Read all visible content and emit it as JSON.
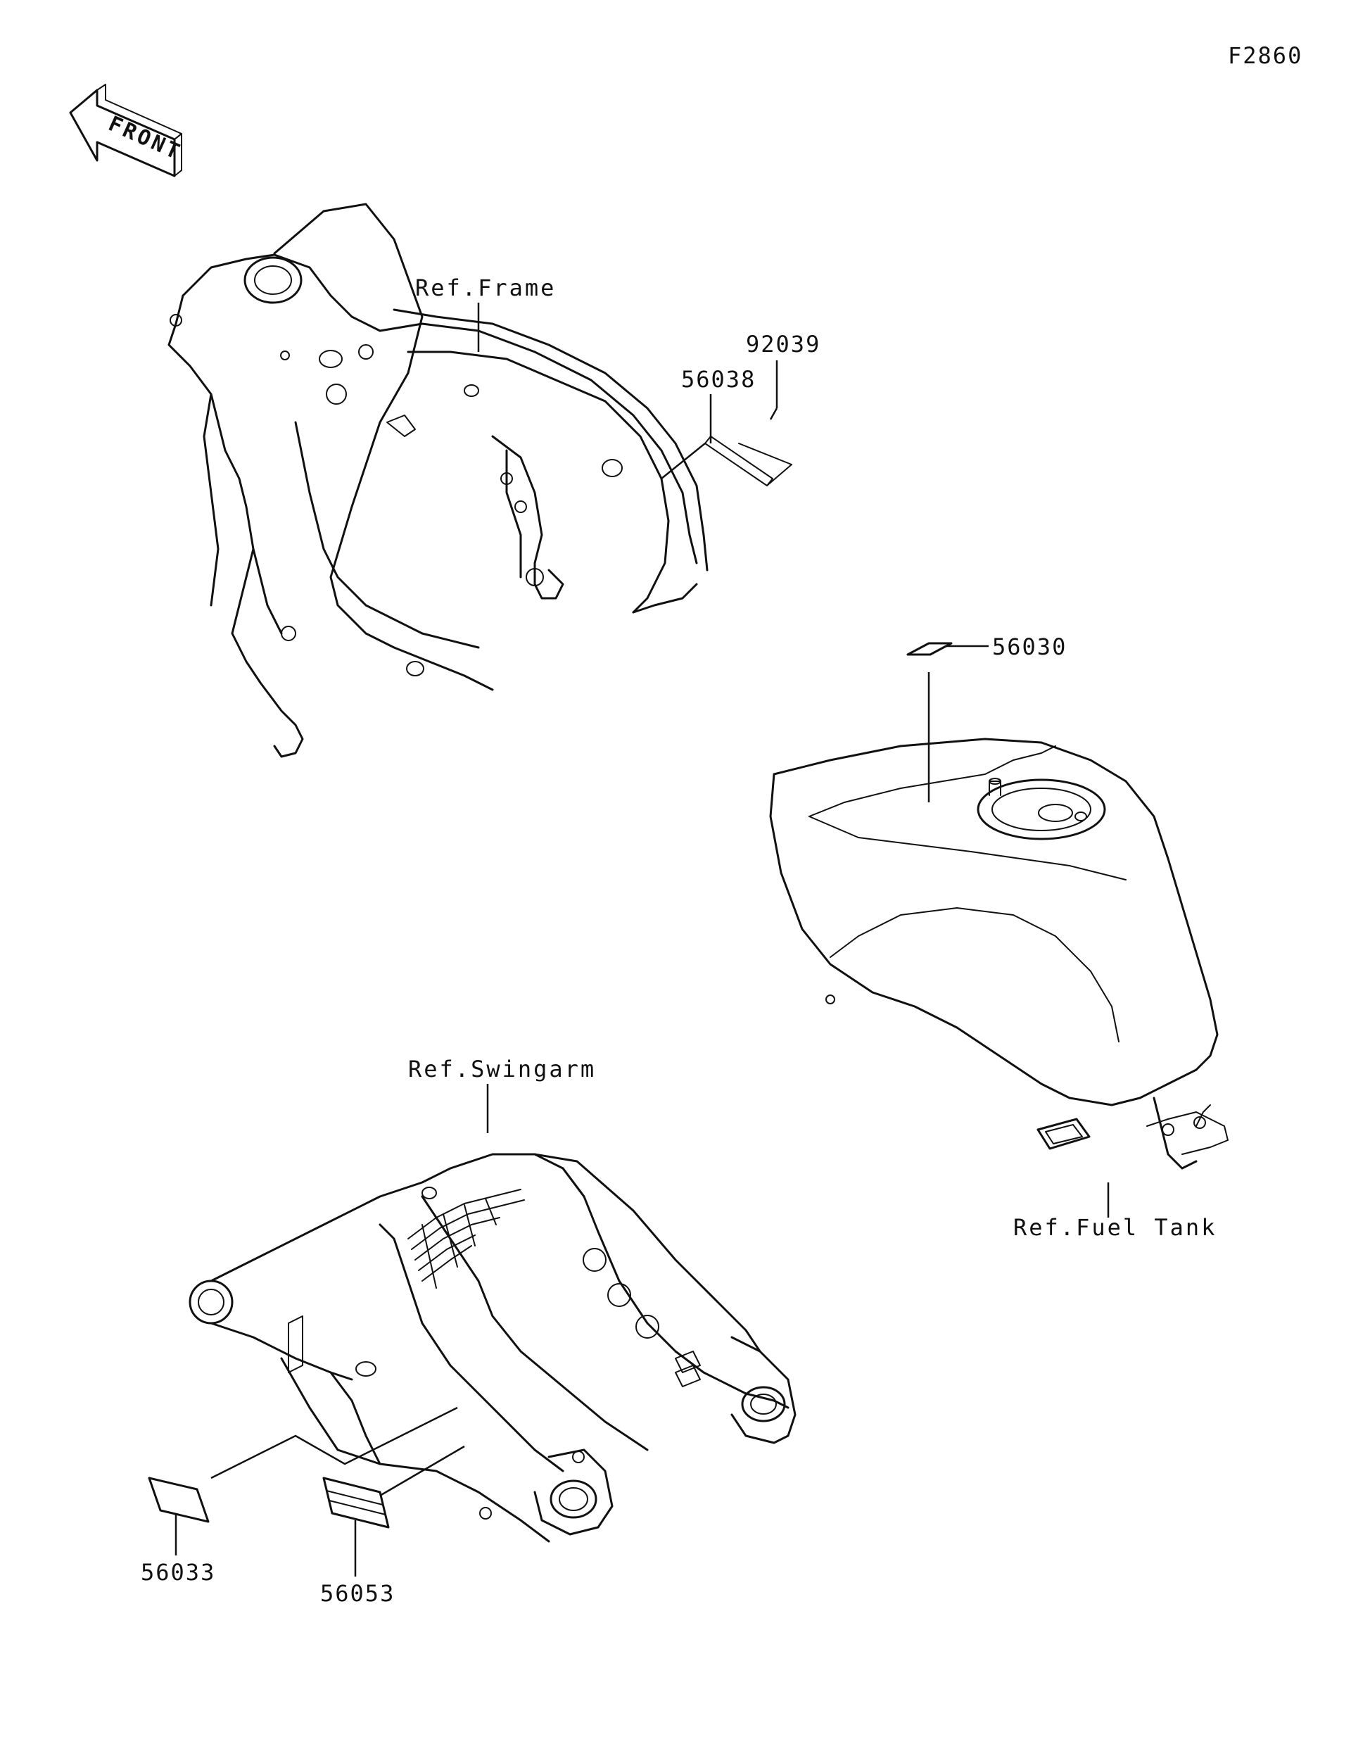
{
  "diagram": {
    "figure_code": "F2860",
    "front_arrow_text": "FRONT",
    "references": {
      "frame": "Ref.Frame",
      "fuel_tank": "Ref.Fuel Tank",
      "swingarm": "Ref.Swingarm"
    },
    "parts": {
      "p92039": "92039",
      "p56038": "56038",
      "p56030": "56030",
      "p56033": "56033",
      "p56053": "56053"
    }
  }
}
